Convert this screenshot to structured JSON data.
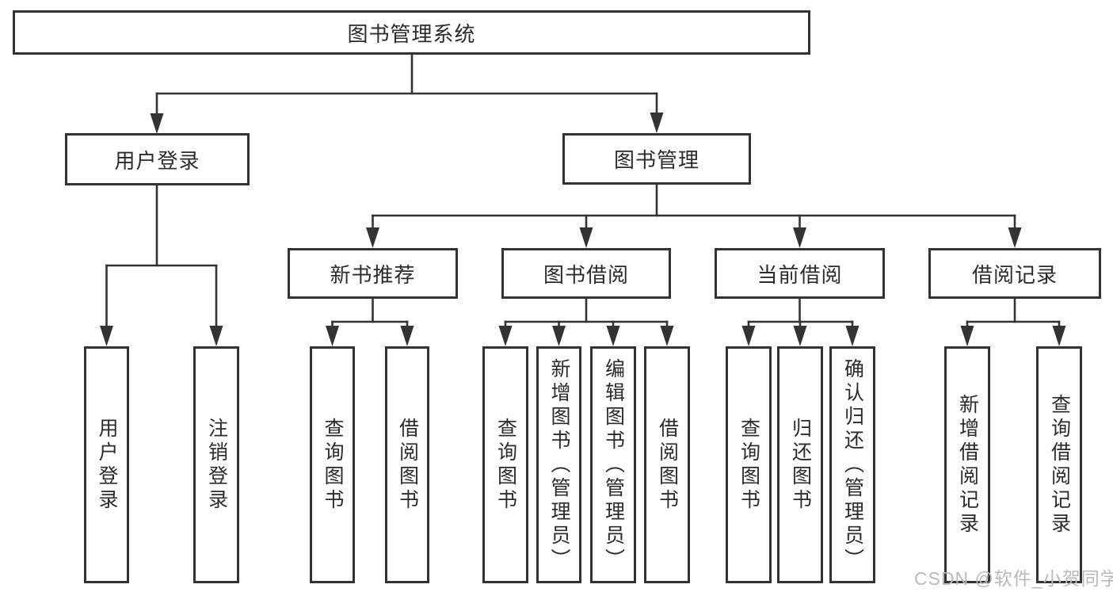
{
  "nodes": {
    "root": "图书管理系统",
    "user_login": "用户登录",
    "book_management": "图书管理",
    "new_book_recommend": "新书推荐",
    "book_borrow": "图书借阅",
    "current_borrow": "当前借阅",
    "borrow_records": "借阅记录",
    "login": "用户登录",
    "logout": "注销登录",
    "query_book_1": "查询图书",
    "borrow_book_1": "借阅图书",
    "query_book_2": "查询图书",
    "add_book_admin": "新增图书（管理员）",
    "edit_book_admin": "编辑图书（管理员）",
    "borrow_book_2": "借阅图书",
    "query_book_3": "查询图书",
    "return_book": "归还图书",
    "confirm_return_admin": "确认归还（管理员）",
    "add_borrow_record": "新增借阅记录",
    "query_borrow_record": "查询借阅记录"
  },
  "watermark": "CSDN @软件_小贺同学",
  "colors": {
    "line": "#333333",
    "text": "#2b2b2b",
    "watermark": "#b9b9b9",
    "background": "#ffffff"
  }
}
